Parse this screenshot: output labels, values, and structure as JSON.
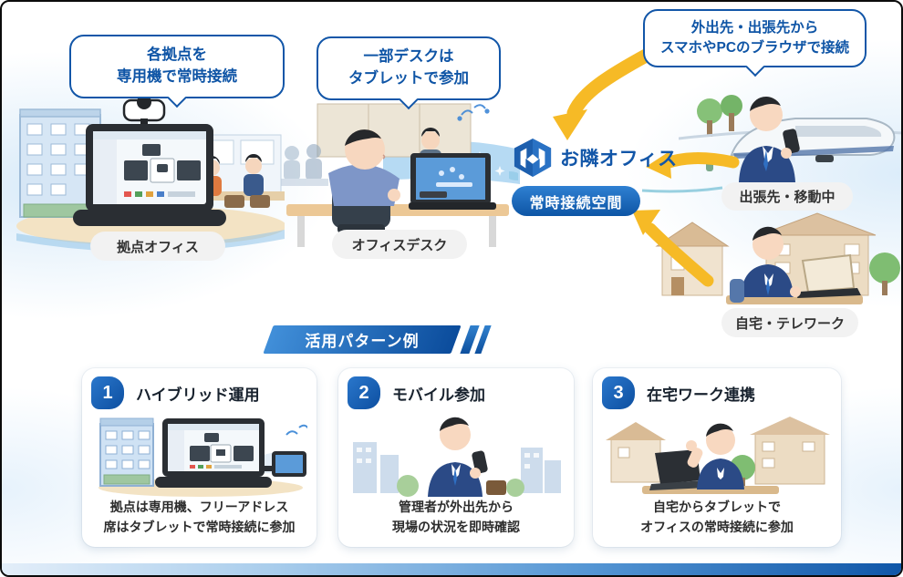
{
  "colors": {
    "accent_blue": "#1256a8",
    "deep_blue": "#0d4fa0",
    "arrow_yellow": "#f6ba26",
    "banner_gradient_from": "#418fd9",
    "banner_gradient_to": "#0b4c9c",
    "label_pill_bg": "#f2f2f2",
    "card_bg": "#ffffff"
  },
  "icons": {
    "hub_logo": "onari-office-cube-logo",
    "arrows": "yellow-connection-arrows"
  },
  "bubbles": [
    {
      "lines": [
        "各拠点を",
        "専用機で常時接続"
      ]
    },
    {
      "lines": [
        "一部デスクは",
        "タブレットで参加"
      ]
    },
    {
      "lines": [
        "外出先・出張先から",
        "スマホやPCのブラウザで接続"
      ]
    }
  ],
  "hub": {
    "brand": "お隣オフィス",
    "badge": "常時接続空間"
  },
  "scenes": {
    "site_office": "拠点オフィス",
    "office_desk": "オフィスデスク",
    "business_trip": "出張先・移動中",
    "home_telework": "自宅・テレワーク"
  },
  "banner": {
    "title": "活用パターン例"
  },
  "cards": [
    {
      "number": "1",
      "title": "ハイブリッド運用",
      "desc": [
        "拠点は専用機、フリーアドレス",
        "席はタブレットで常時接続に参加"
      ]
    },
    {
      "number": "2",
      "title": "モバイル参加",
      "desc": [
        "管理者が外出先から",
        "現場の状況を即時確認"
      ]
    },
    {
      "number": "3",
      "title": "在宅ワーク連携",
      "desc": [
        "自宅からタブレットで",
        "オフィスの常時接続に参加"
      ]
    }
  ]
}
